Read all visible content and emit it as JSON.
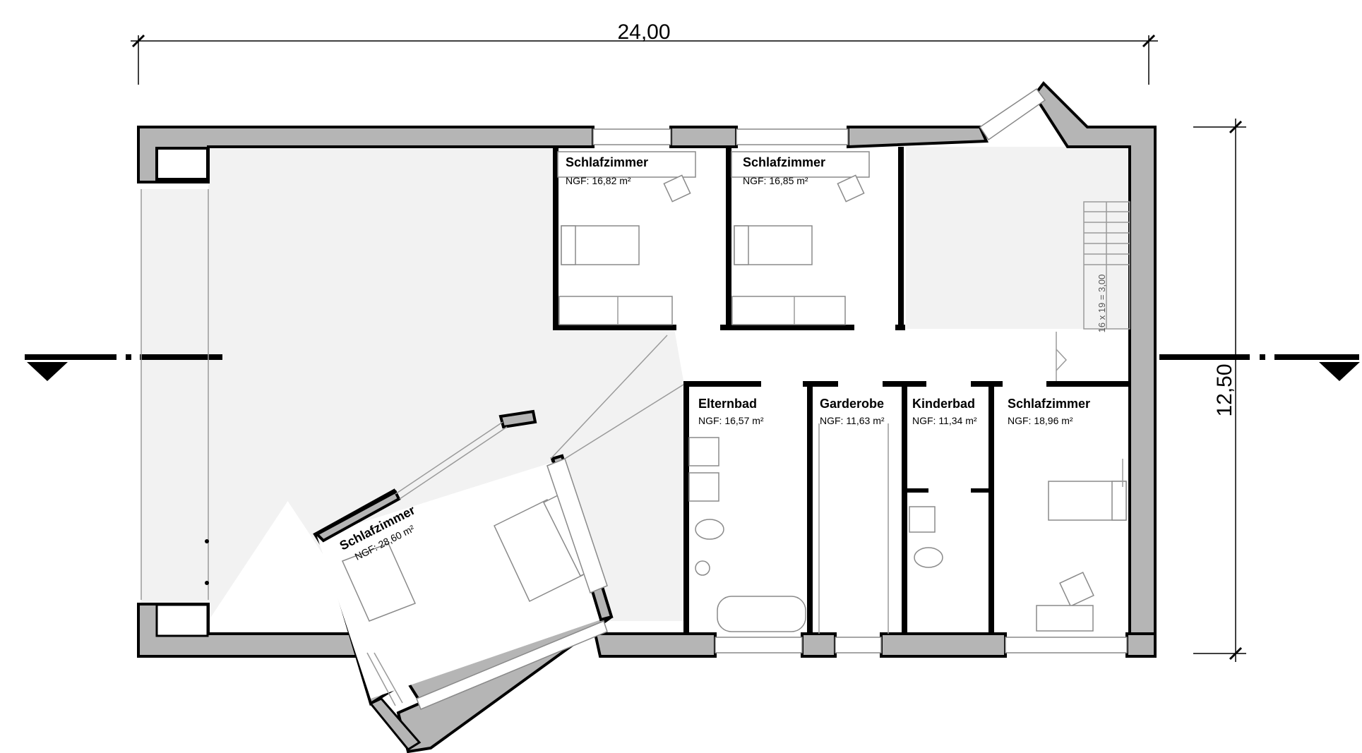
{
  "dimensions": {
    "width": "24,00",
    "height": "12,50"
  },
  "stair_label": "16 x 19 = 3,00",
  "rooms": [
    {
      "name": "Schlafzimmer",
      "area": "NGF: 16,82 m²"
    },
    {
      "name": "Schlafzimmer",
      "area": "NGF: 16,85 m²"
    },
    {
      "name": "Elternbad",
      "area": "NGF: 16,57 m²"
    },
    {
      "name": "Garderobe",
      "area": "NGF: 11,63 m²"
    },
    {
      "name": "Kinderbad",
      "area": "NGF: 11,34 m²"
    },
    {
      "name": "Schlafzimmer",
      "area": "NGF: 18,96 m²"
    },
    {
      "name": "Schlafzimmer",
      "area": "NGF: 28,60 m²"
    }
  ]
}
